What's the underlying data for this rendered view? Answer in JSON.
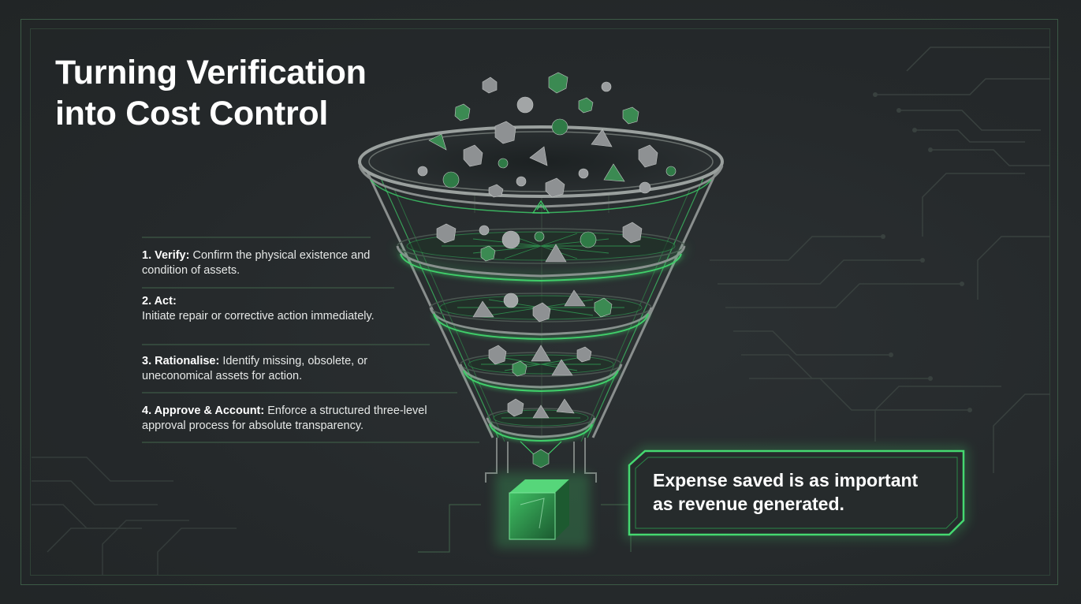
{
  "title": {
    "line1": "Turning Verification",
    "line2": "into Cost Control"
  },
  "steps": [
    {
      "label": "1. Verify:",
      "text": "Confirm the physical existence and condition of assets."
    },
    {
      "label": "2. Act:",
      "text": "Initiate repair or corrective action immediately."
    },
    {
      "label": "3. Rationalise:",
      "text": "Identify missing, obsolete, or uneconomical assets for action."
    },
    {
      "label": "4. Approve & Account:",
      "text": "Enforce a structured three-level approval process for absolute transparency."
    }
  ],
  "callout": {
    "line1": "Expense saved is as important",
    "line2": "as revenue generated."
  },
  "colors": {
    "background": "#25292b",
    "accent": "#3fcf6a",
    "accent_dark": "#1f6e3a",
    "shape_gray": "#8e9193"
  }
}
